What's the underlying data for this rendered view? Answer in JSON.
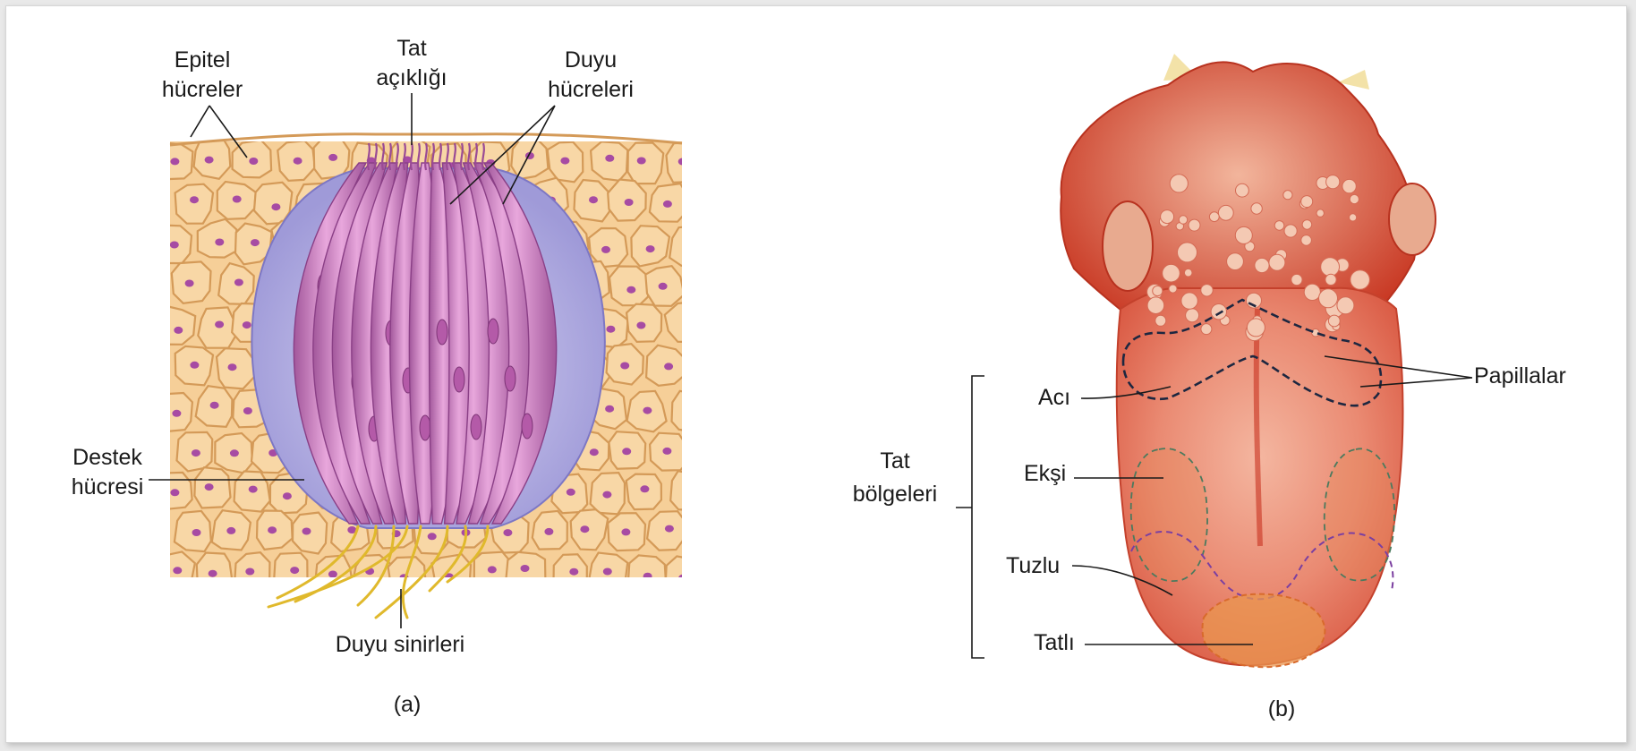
{
  "panel_a": {
    "label_epitel_line1": "Epitel",
    "label_epitel_line2": "hücreler",
    "label_tat_line1": "Tat",
    "label_tat_line2": "açıklığı",
    "label_duyu_line1": "Duyu",
    "label_duyu_line2": "hücreleri",
    "label_destek_line1": "Destek",
    "label_destek_line2": "hücresi",
    "label_sinir": "Duyu sinirleri",
    "caption": "(a)"
  },
  "panel_b": {
    "label_papillalar": "Papillalar",
    "label_tat_bolgeleri_line1": "Tat",
    "label_tat_bolgeleri_line2": "bölgeleri",
    "label_aci": "Acı",
    "label_eksi": "Ekşi",
    "label_tuzlu": "Tuzlu",
    "label_tatli": "Tatlı",
    "caption": "(b)"
  },
  "colors": {
    "epithelium_fill": "#f6cf98",
    "epithelium_edge": "#d79f5f",
    "cell_nucleus": "#a74ba3",
    "taste_bud_support": "#b8b4e6",
    "sensory_cell": "#c47ab9",
    "nerve": "#e6c23d",
    "tongue_base": "#e7765f",
    "tongue_dark": "#c8321f",
    "sweet_region": "#e38b47"
  }
}
